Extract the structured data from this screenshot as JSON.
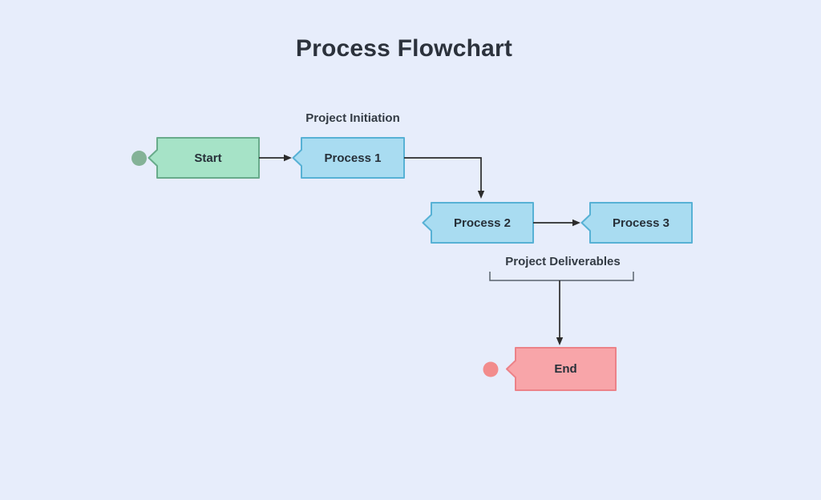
{
  "page": {
    "title": "Process Flowchart",
    "background": "#E7EDFB"
  },
  "nodes": {
    "start": {
      "label": "Start",
      "fill": "#A6E3C7",
      "border": "#68AB8B"
    },
    "process1": {
      "label": "Process 1",
      "fill": "#A9DCF1",
      "border": "#57B1D5"
    },
    "process2": {
      "label": "Process 2",
      "fill": "#A9DCF1",
      "border": "#57B1D5"
    },
    "process3": {
      "label": "Process 3",
      "fill": "#A9DCF1",
      "border": "#57B1D5"
    },
    "end": {
      "label": "End",
      "fill": "#F8A5A9",
      "border": "#EC8288"
    }
  },
  "annotations": {
    "initiation": {
      "label": "Project Initiation"
    },
    "deliverables": {
      "label": "Project Deliverables"
    }
  },
  "markers": {
    "start_dot": {
      "color": "#84B297"
    },
    "end_dot": {
      "color": "#F28C8C"
    }
  },
  "connectors": {
    "color": "#2b2b2b",
    "bracket_color": "#59636d"
  }
}
